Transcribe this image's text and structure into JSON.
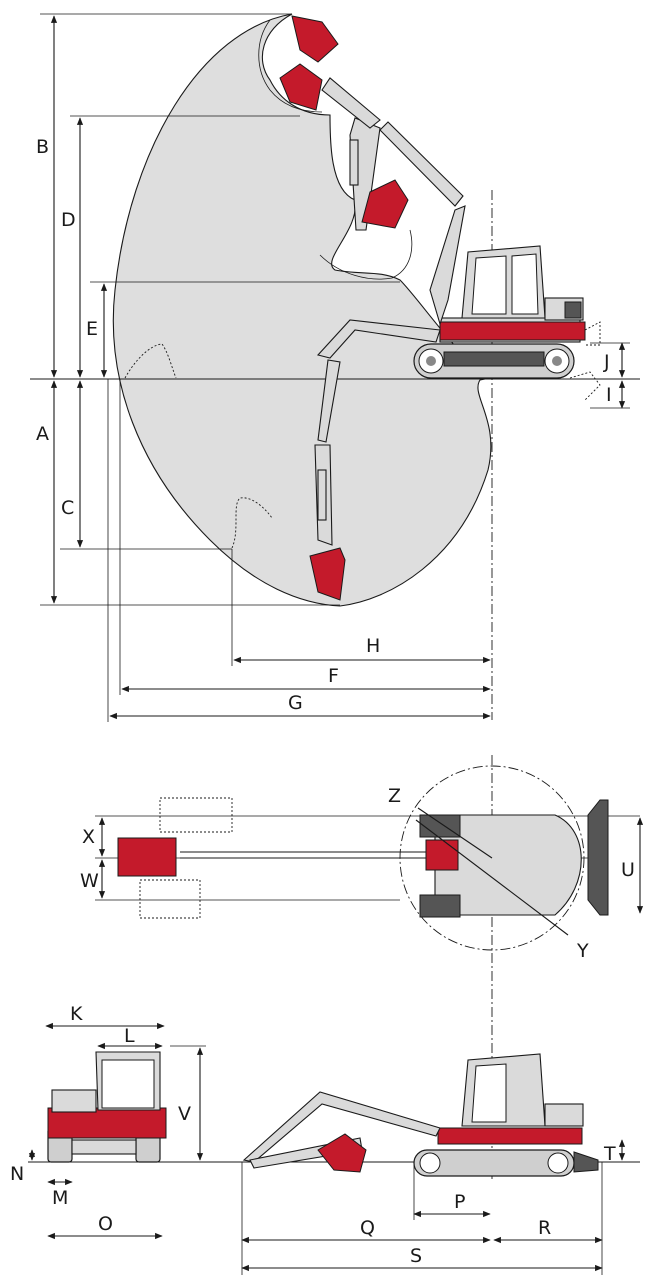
{
  "colors": {
    "accent_red": "#c41a2b",
    "envelope_gray": "#dedede",
    "machine_gray": "#dadada",
    "line": "#1a1a1a"
  },
  "side_view": {
    "labels": {
      "A": "A",
      "B": "B",
      "C": "C",
      "D": "D",
      "E": "E",
      "F": "F",
      "G": "G",
      "H": "H",
      "I": "I",
      "J": "J"
    }
  },
  "top_view": {
    "labels": {
      "U": "U",
      "W": "W",
      "X": "X",
      "Y": "Y",
      "Z": "Z"
    }
  },
  "transport_view": {
    "labels": {
      "K": "K",
      "L": "L",
      "M": "M",
      "N": "N",
      "O": "O",
      "P": "P",
      "Q": "Q",
      "R": "R",
      "S": "S",
      "T": "T",
      "V": "V"
    }
  }
}
